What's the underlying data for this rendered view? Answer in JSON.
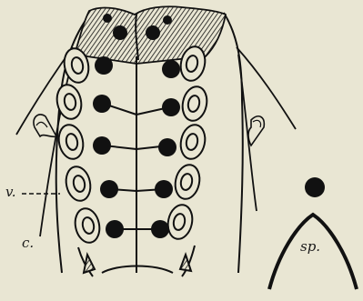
{
  "figure": {
    "labels": {
      "v": "v.",
      "c": "c.",
      "sp": "sp."
    },
    "colors": {
      "paper": "#e9e6d3",
      "ink": "#111111"
    }
  }
}
